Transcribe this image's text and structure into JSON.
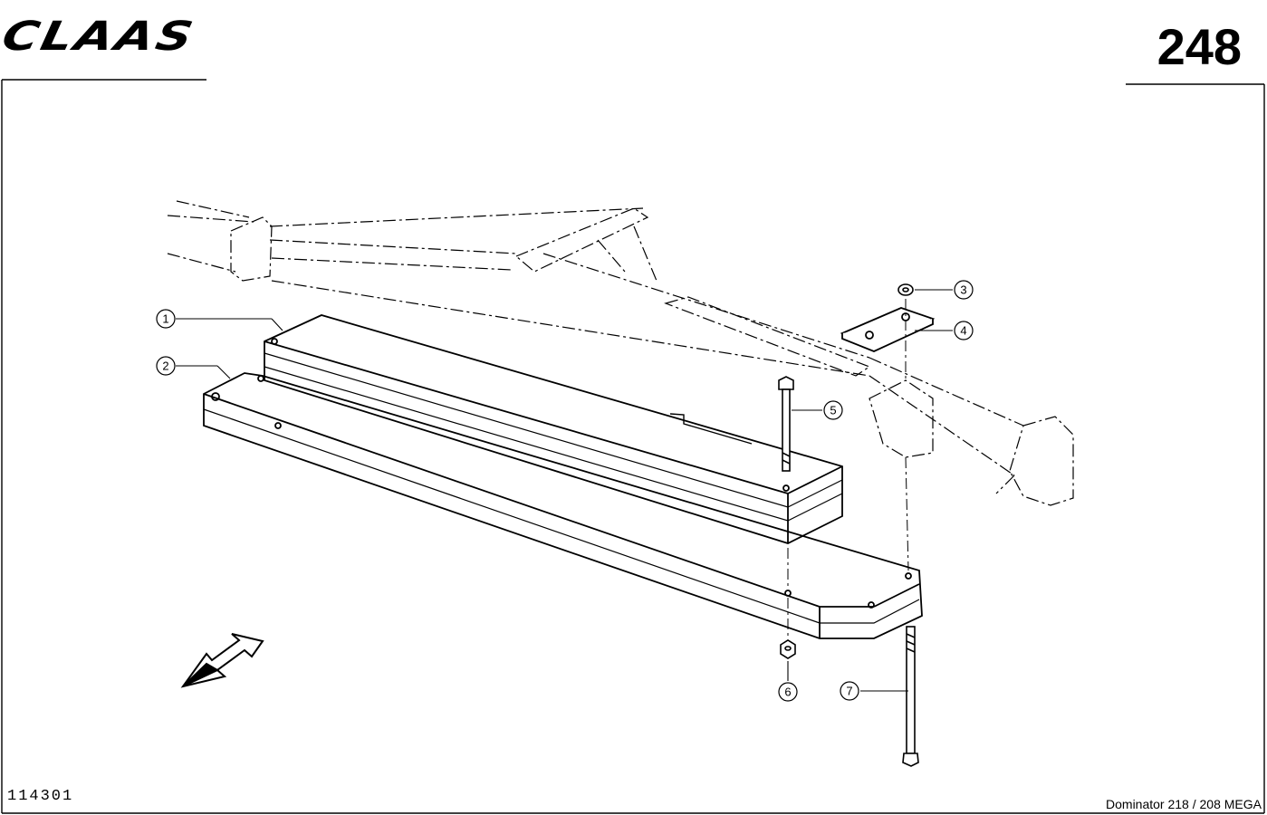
{
  "header": {
    "brand_logo": "CLAAS",
    "page_number": "248"
  },
  "footer": {
    "drawing_number": "114301",
    "model_name": "Dominator 218 / 208 MEGA"
  },
  "callouts": [
    {
      "id": "callout-1",
      "label": "1"
    },
    {
      "id": "callout-2",
      "label": "2"
    },
    {
      "id": "callout-3",
      "label": "3"
    },
    {
      "id": "callout-4",
      "label": "4"
    },
    {
      "id": "callout-5",
      "label": "5"
    },
    {
      "id": "callout-6",
      "label": "6"
    },
    {
      "id": "callout-7",
      "label": "7"
    }
  ],
  "icons": {
    "direction_arrow": "arrow-down-left-icon"
  }
}
